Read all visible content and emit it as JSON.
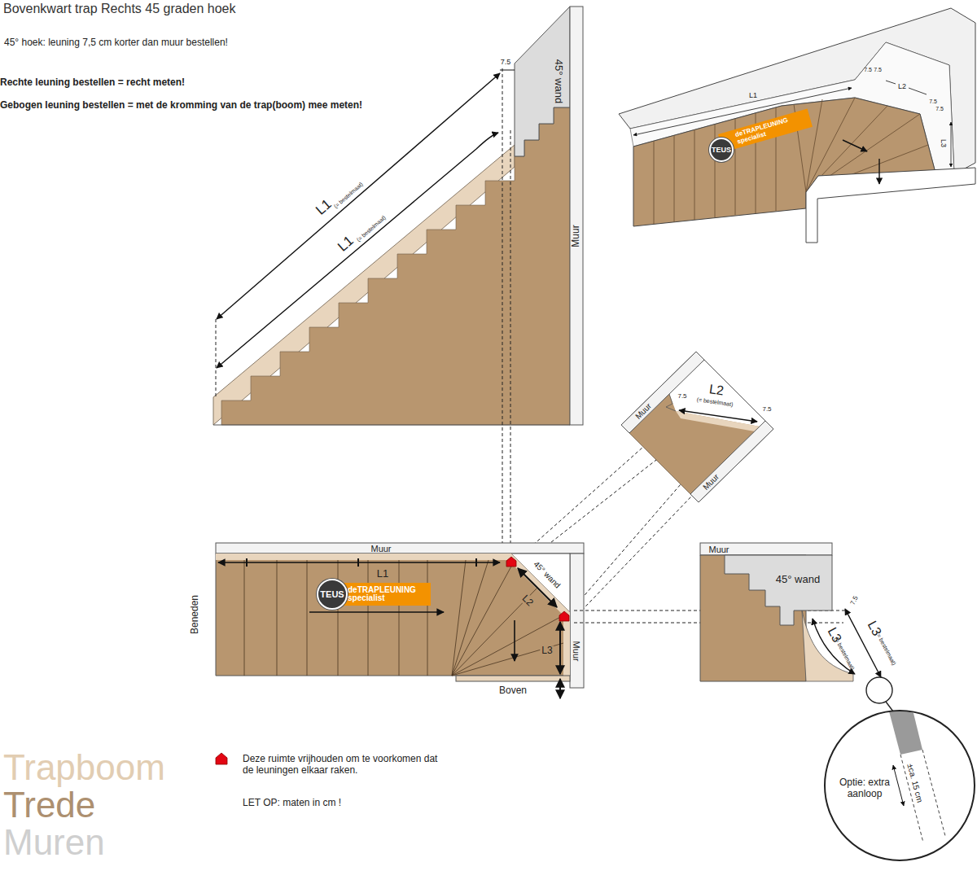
{
  "diagram": {
    "title": "Bovenkwart trap Rechts 45 graden hoek",
    "nodes": [
      {
        "text": [
          "TEUS"
        ]
      },
      {
        "text": [
          "deTRAPLEUNING specialist"
        ]
      },
      {
        "text": [
          "TEUS"
        ]
      },
      {
        "text": [
          "deTRAPLEUNING specialist"
        ]
      },
      {
        "text": [
          "Optie: extra aanloop",
          "±ca. 15 cm"
        ]
      }
    ],
    "labels": [
      "45° hoek: leuning 7,5 cm korter dan muur bestellen!",
      "Rechte leuning bestellen = recht meten!",
      "Gebogen leuning bestellen = met de kromming van de trap(boom) mee meten!",
      "7.5",
      "45° wand",
      "L1",
      "(= bestelmaat)",
      "L1",
      "(= bestelmaat)",
      "Muur",
      "7.5",
      "7.5",
      "L2",
      "7.5",
      "7.5",
      "L1",
      "L3",
      "Muur",
      "L2",
      "(= bestelmaat)",
      "7.5",
      "7.5",
      "Muur",
      "Muur",
      "L1",
      "Beneden",
      "45° wand",
      "L2",
      "L3",
      "Muur",
      "Boven",
      "Muur",
      "45° wand",
      "7.5",
      "L3",
      "(= bestelmaat)",
      "L3",
      "(= bestelmaat)",
      "LET OP: maten in cm !"
    ],
    "legend": [
      {
        "text": "Deze ruimte vrijhouden om te voorkomen dat de leuningen elkaar raken."
      },
      {
        "text": "Trapboom",
        "color": "#e2cdb2"
      },
      {
        "text": "Trede",
        "color": "#ad9070"
      },
      {
        "text": "Muren",
        "color": "#cfcfcf"
      }
    ]
  }
}
